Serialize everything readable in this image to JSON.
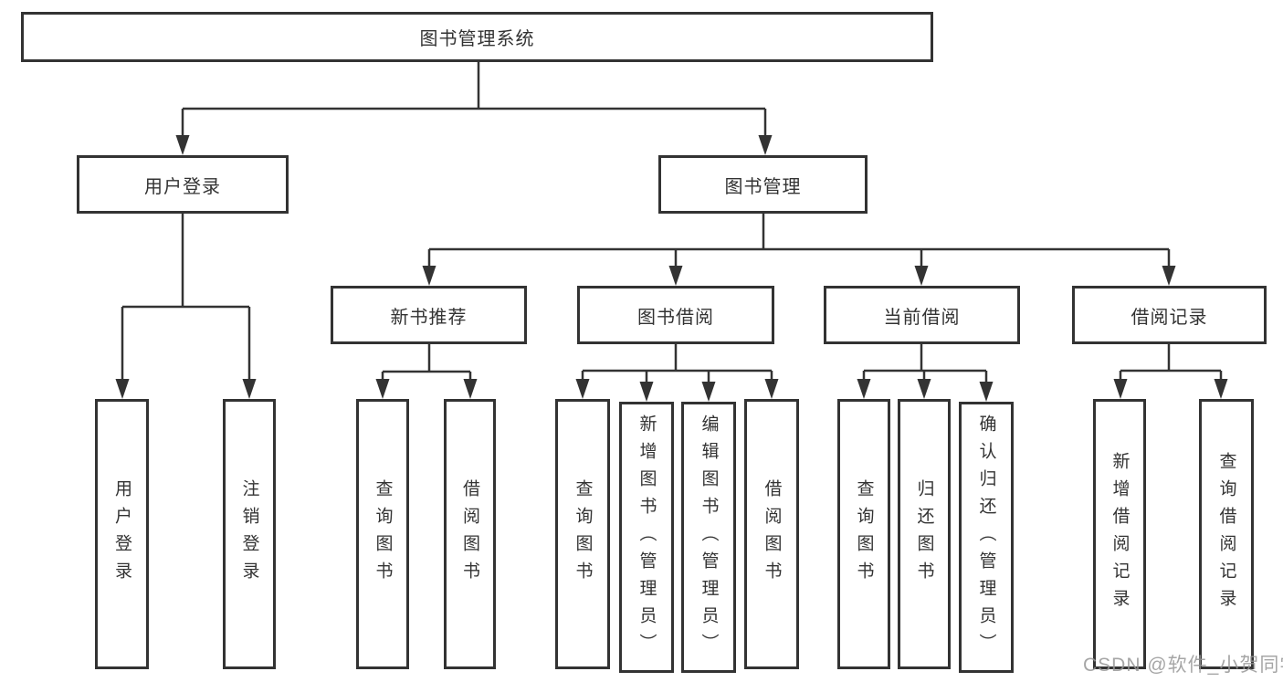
{
  "diagram": {
    "title": "图书管理系统",
    "nodes": {
      "root": {
        "label": "图书管理系统"
      },
      "user_login": {
        "label": "用户登录"
      },
      "book_mgmt": {
        "label": "图书管理"
      },
      "new_book_rec": {
        "label": "新书推荐"
      },
      "book_borrow": {
        "label": "图书借阅"
      },
      "current_borrow": {
        "label": "当前借阅"
      },
      "borrow_records": {
        "label": "借阅记录"
      },
      "leaf_user_login": {
        "label": "用户登录"
      },
      "leaf_logout": {
        "label": "注销登录"
      },
      "leaf_query_book_newrec": {
        "label": "查询图书"
      },
      "leaf_borrow_book_newrec": {
        "label": "借阅图书"
      },
      "leaf_query_book_borrow": {
        "label": "查询图书"
      },
      "leaf_add_book_admin": {
        "label": "新增图书（管理员）"
      },
      "leaf_edit_book_admin": {
        "label": "编辑图书（管理员）"
      },
      "leaf_borrow_book_borrow": {
        "label": "借阅图书"
      },
      "leaf_query_book_current": {
        "label": "查询图书"
      },
      "leaf_return_book": {
        "label": "归还图书"
      },
      "leaf_confirm_return_admin": {
        "label": "确认归还（管理员）"
      },
      "leaf_add_borrow_record": {
        "label": "新增借阅记录"
      },
      "leaf_query_borrow_record": {
        "label": "查询借阅记录"
      }
    },
    "tree": {
      "图书管理系统": {
        "用户登录": [
          "用户登录",
          "注销登录"
        ],
        "图书管理": {
          "新书推荐": [
            "查询图书",
            "借阅图书"
          ],
          "图书借阅": [
            "查询图书",
            "新增图书（管理员）",
            "编辑图书（管理员）",
            "借阅图书"
          ],
          "当前借阅": [
            "查询图书",
            "归还图书",
            "确认归还（管理员）"
          ],
          "借阅记录": [
            "新增借阅记录",
            "查询借阅记录"
          ]
        }
      }
    },
    "colors": {
      "line": "#333333",
      "box_border": "#333333",
      "box_bg": "#ffffff",
      "text": "#333333",
      "watermark": "#969696"
    }
  },
  "watermark": {
    "text": "CSDN @软件_小贺同学"
  }
}
